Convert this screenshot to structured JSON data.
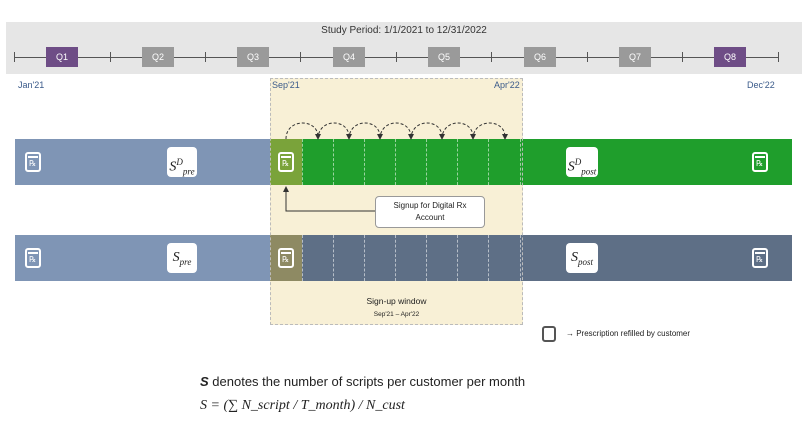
{
  "study_period": "Study Period: 1/1/2021 to 12/31/2022",
  "quarters": [
    "Q1",
    "Q2",
    "Q3",
    "Q4",
    "Q5",
    "Q6",
    "Q7",
    "Q8"
  ],
  "dates": {
    "start": "Jan'21",
    "signup_start": "Sep'21",
    "signup_end": "Apr'22",
    "end": "Dec'22"
  },
  "labels": {
    "digital_pre": {
      "base": "S",
      "sup": "D",
      "sub": "pre"
    },
    "digital_post": {
      "base": "S",
      "sup": "D",
      "sub": "post"
    },
    "control_pre": {
      "base": "S",
      "sub": "pre"
    },
    "control_post": {
      "base": "S",
      "sub": "post"
    }
  },
  "callout": {
    "line1": "Signup for Digital Rx",
    "line2": "Account"
  },
  "signup_window": {
    "title": "Sign-up window",
    "range": "Sep'21 – Apr'22"
  },
  "legend": "→ Prescription refilled by customer",
  "definition": {
    "symbol": "S",
    "text": " denotes the number of scripts per customer per month"
  },
  "formula": "S = (∑ N_script / T_month) / N_cust",
  "colors": {
    "main_quarter": "#6e4d86",
    "mid_quarter": "#9a9a9a",
    "pre_bar": "#7f95b5",
    "digital_green": "#1f9e2c",
    "control_dark": "#5e6f86",
    "signup_window": "#f8f0d6"
  }
}
